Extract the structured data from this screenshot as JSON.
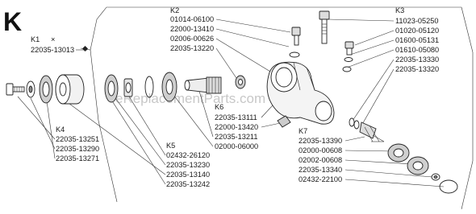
{
  "section_letter": "K",
  "watermark": "eReplacementParts.com",
  "groups": {
    "k1": {
      "tag": "K1",
      "mark": "×",
      "parts": [
        "22035-13013"
      ]
    },
    "k2": {
      "tag": "K2",
      "parts": [
        "01014-06100",
        "22000-13410",
        "02006-00626",
        "22035-13220"
      ]
    },
    "k3": {
      "tag": "K3",
      "parts": [
        "11023-05250",
        "01020-05120",
        "01600-05131",
        "01610-05080",
        "22035-13330",
        "22035-13320"
      ]
    },
    "k4": {
      "tag": "K4",
      "parts": [
        "22035-13251",
        "22035-13290",
        "22035-13271"
      ]
    },
    "k5": {
      "tag": "K5",
      "parts": [
        "02432-26120",
        "22035-13230",
        "22035-13140",
        "22035-13242"
      ]
    },
    "k6": {
      "tag": "K6",
      "parts": [
        "22035-13111",
        "22000-13420",
        "22035-13211",
        "02000-06000"
      ]
    },
    "k7": {
      "tag": "K7",
      "parts": [
        "22035-13390",
        "02000-00608",
        "02002-00608",
        "22035-13340",
        "02432-22100"
      ]
    }
  }
}
